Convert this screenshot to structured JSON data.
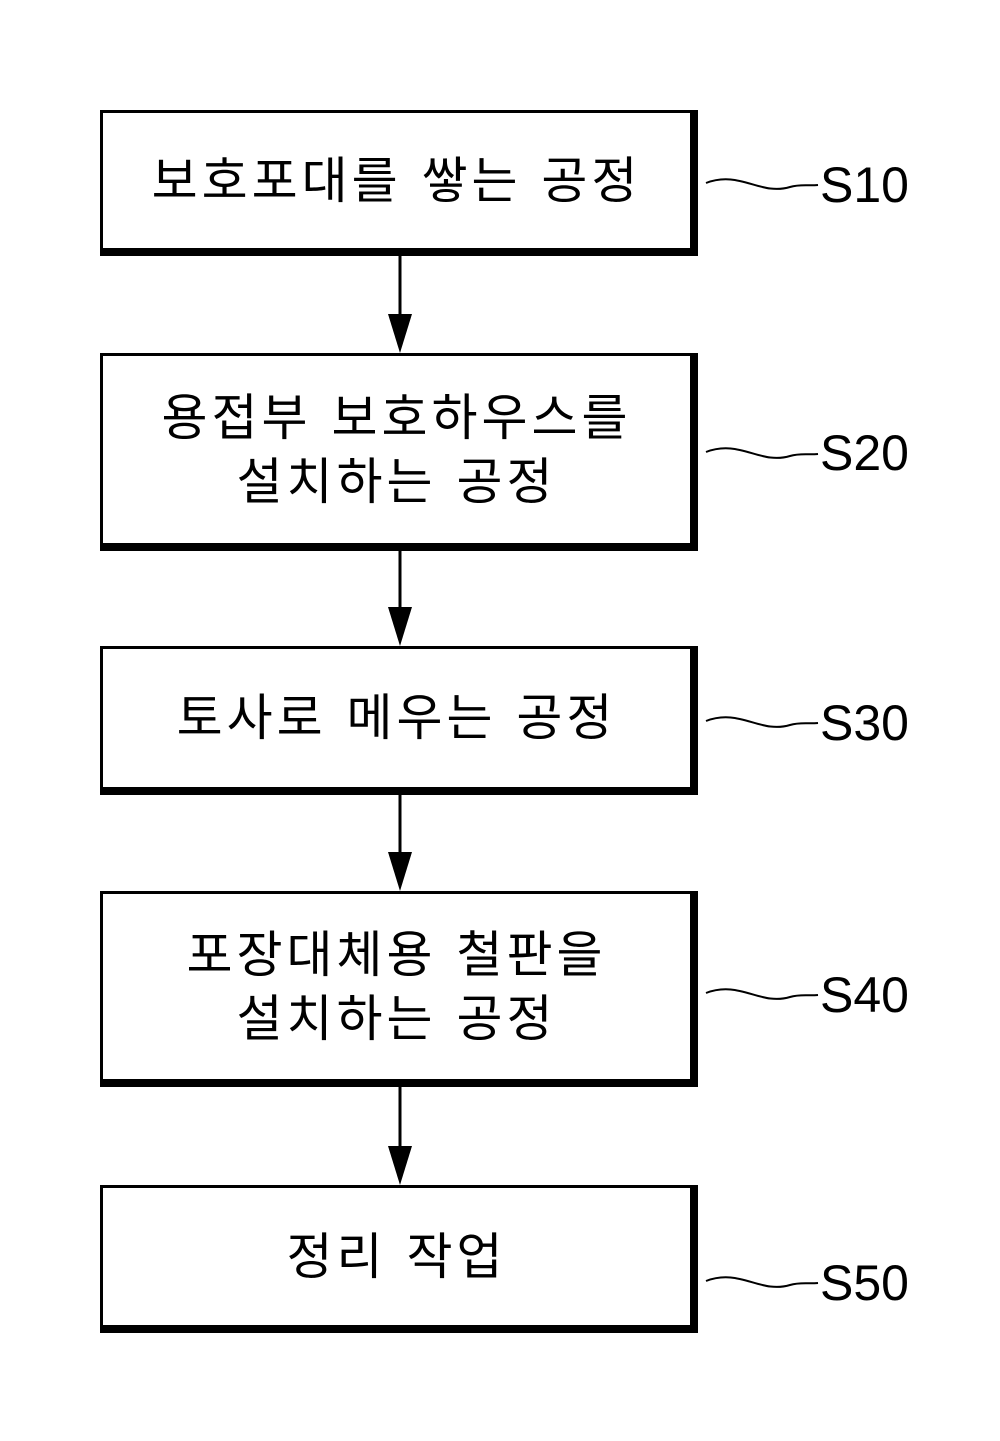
{
  "steps": [
    {
      "id": "S10",
      "lines": [
        "보호포대를 쌓는 공정"
      ]
    },
    {
      "id": "S20",
      "lines": [
        "용접부 보호하우스를",
        "설치하는 공정"
      ]
    },
    {
      "id": "S30",
      "lines": [
        "토사로 메우는 공정"
      ]
    },
    {
      "id": "S40",
      "lines": [
        "포장대체용 철판을",
        "설치하는 공정"
      ]
    },
    {
      "id": "S50",
      "lines": [
        "정리 작업"
      ]
    }
  ]
}
